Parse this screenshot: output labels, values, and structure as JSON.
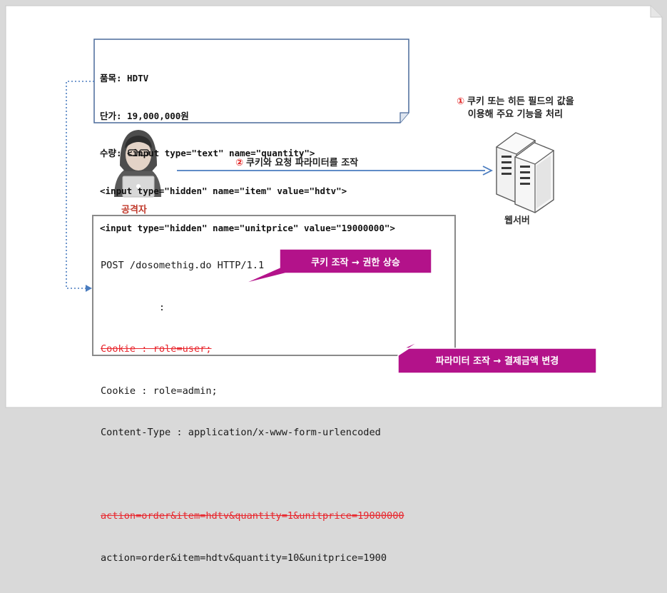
{
  "note": {
    "lines": [
      "품목: HDTV",
      "단가: 19,000,000원",
      "수량: <input type=\"text\" name=\"quantity\">",
      "<input type=\"hidden\" name=\"item\" value=\"hdtv\">",
      "<input type=\"hidden\" name=\"unitprice\" value=\"19000000\">"
    ]
  },
  "step1": {
    "marker": "①",
    "line1": "쿠키 또는 히든 필드의 값을",
    "line2": "이용해 주요 기능을 처리"
  },
  "step2": {
    "marker": "②",
    "text": "쿠키와 요청 파라미터를 조작"
  },
  "attacker": {
    "label": "공격자"
  },
  "server": {
    "label": "웹서버"
  },
  "http": {
    "request_line": "POST /dosomethig.do HTTP/1.1",
    "ellipsis": "          :",
    "cookie_old": "Cookie : role=user;",
    "cookie_new": "Cookie : role=admin;",
    "content_type": "Content-Type : application/x-www-form-urlencoded",
    "body_old": "action=order&item=hdtv&quantity=1&unitprice=19000000",
    "body_new": "action=order&item=hdtv&quantity=10&unitprice=1900"
  },
  "callouts": {
    "cookie": "쿠키 조작 → 권한 상승",
    "param": "파라미터 조작 → 결제금액 변경"
  },
  "colors": {
    "accent_blue": "#4a7cbf",
    "callout_magenta": "#b3128a",
    "strike_red": "#e8262d"
  }
}
